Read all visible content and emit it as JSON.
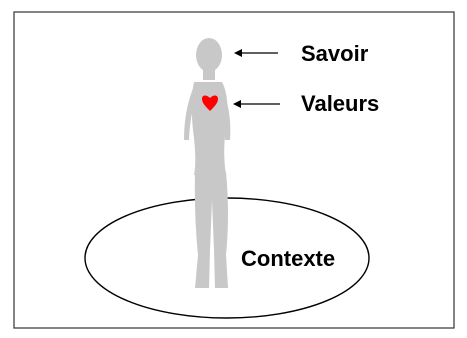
{
  "labels": {
    "head": "Savoir",
    "heart": "Valeurs",
    "ground": "Contexte"
  },
  "colors": {
    "silhouette": "#c8c8c8",
    "heart": "#ff0000",
    "frame": "#333333",
    "arrow": "#000000",
    "ellipse": "#000000"
  },
  "icons": {
    "figure": "person-silhouette-icon",
    "heart": "heart-icon"
  }
}
